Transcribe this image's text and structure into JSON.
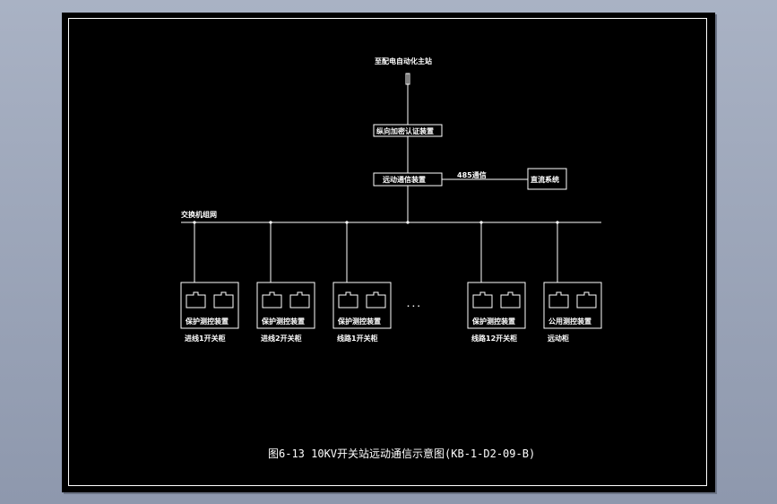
{
  "diagram": {
    "master_station_label": "至配电自动化主站",
    "encryption_device_label": "纵向加密认证装置",
    "telecontrol_device_label": "远动通信装置",
    "link_label": "485通信",
    "dc_system_label": "直流系统",
    "network_label": "交换机组网",
    "ellipsis": "· · ·",
    "units": [
      {
        "device": "保护测控装置",
        "cabinet": "进线1开关柜"
      },
      {
        "device": "保护测控装置",
        "cabinet": "进线2开关柜"
      },
      {
        "device": "保护测控装置",
        "cabinet": "线路1开关柜"
      },
      {
        "device": "保护测控装置",
        "cabinet": "线路12开关柜"
      },
      {
        "device": "公用测控装置",
        "cabinet": "远动柜"
      }
    ],
    "caption": "图6-13 10KV开关站远动通信示意图(KB-1-D2-09-B)"
  },
  "colors": {
    "background": "#000000",
    "lines": "#ffffff",
    "window": "#a9b2c4"
  }
}
